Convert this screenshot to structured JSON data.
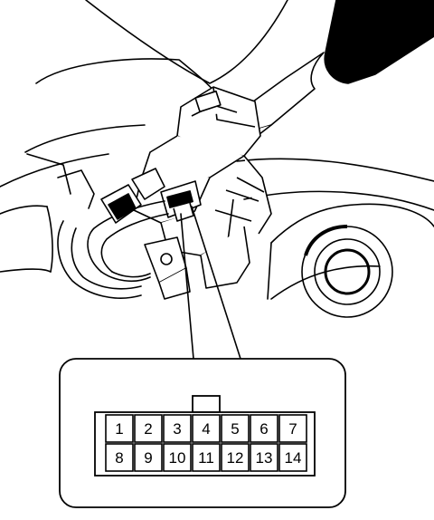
{
  "connector": {
    "rows": [
      [
        "1",
        "2",
        "3",
        "4",
        "5",
        "6",
        "7"
      ],
      [
        "8",
        "9",
        "10",
        "11",
        "12",
        "13",
        "14"
      ]
    ],
    "key_above_column": 4
  }
}
